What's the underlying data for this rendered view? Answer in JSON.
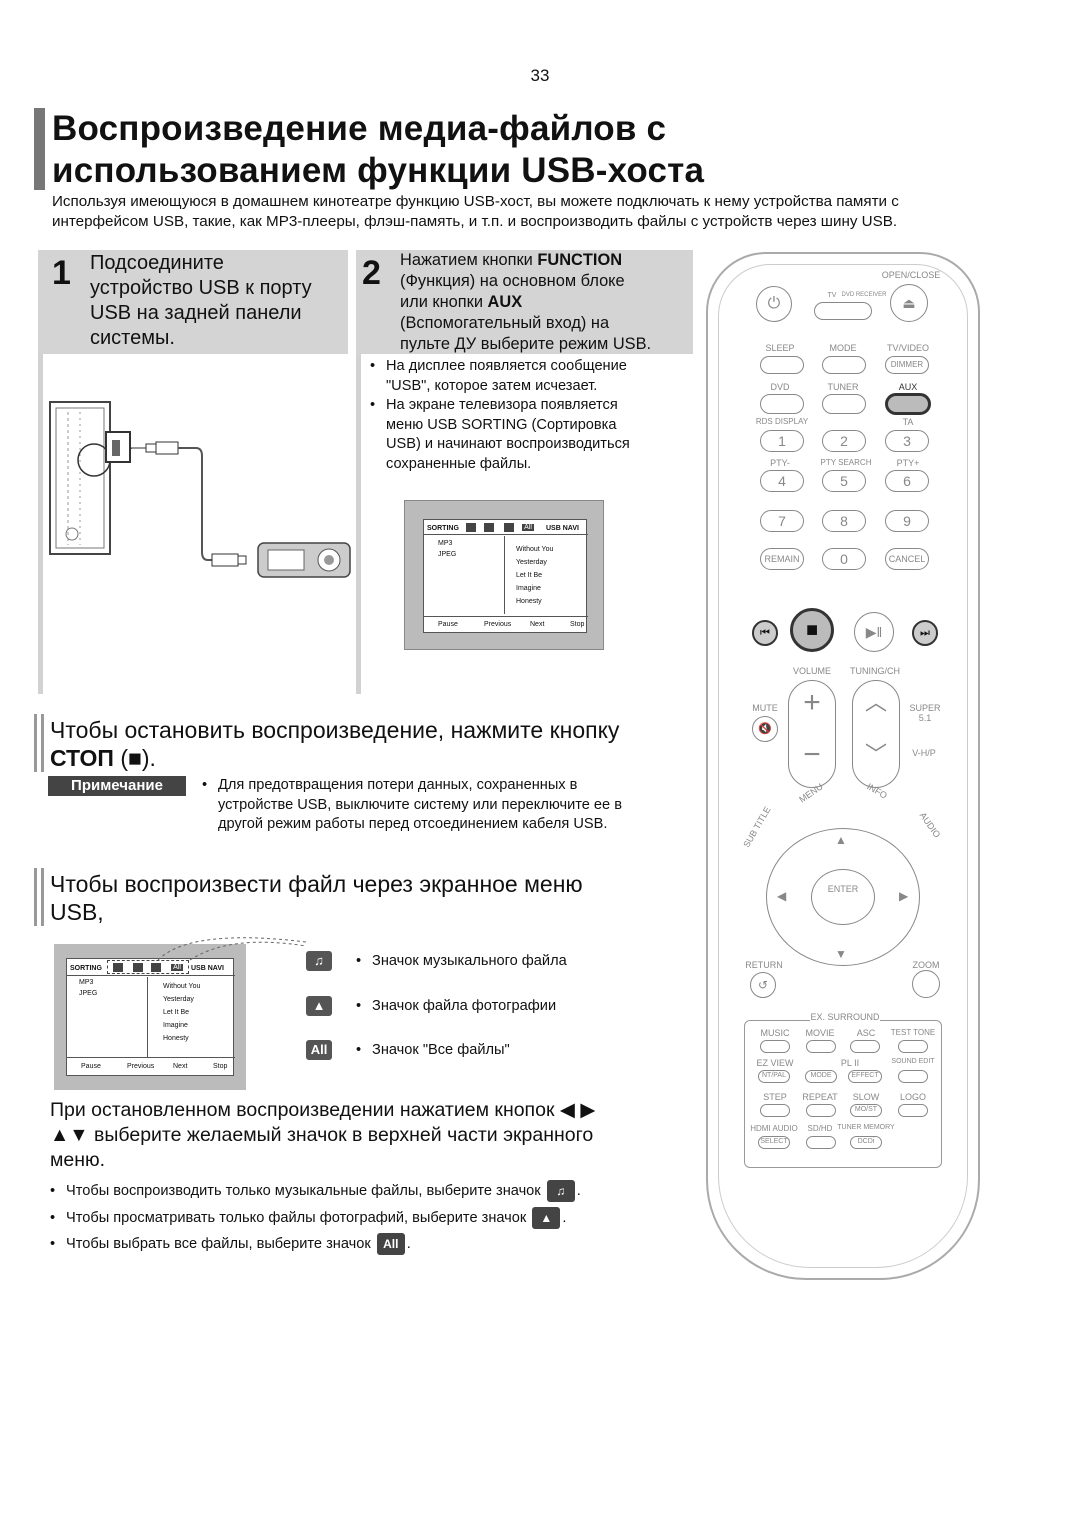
{
  "page_number": "33",
  "title_line1": "Воспроизведение медиа-файлов с",
  "title_line2": "использованием функции USB-хоста",
  "intro_line1": "Используя имеющуюся в домашнем кинотеатре функцию USB-хост, вы можете подключать к нему устройства памяти с",
  "intro_line2": "интерфейсом USB, такие, как MP3-плееры, флэш-память, и т.п. и воспроизводить файлы с устройств через шину USB.",
  "step1": {
    "number": "1",
    "lines": [
      "Подсоедините",
      "устройство USB к порту",
      "USB на задней панели",
      "системы."
    ]
  },
  "step2": {
    "number": "2",
    "line1_pre": "Нажатием кнопки ",
    "line1_bold": "FUNCTION",
    "line2": "(Функция) на основном блоке",
    "line3_pre": "или кнопки ",
    "line3_bold": "AUX",
    "line4": "(Вспомогательный вход) на",
    "line5": "пульте ДУ выберите режим USB.",
    "bullets": [
      [
        "На дисплее появляется сообщение",
        "\"USB\", которое затем исчезает."
      ],
      [
        "На экране телевизора появляется",
        "меню USB SORTING (Сортировка",
        "USB) и начинают воспроизводиться",
        "сохраненные файлы."
      ]
    ]
  },
  "osd": {
    "sorting": "SORTING",
    "usb_navi": "USB NAVI",
    "all_icon": "All",
    "folders": [
      "MP3",
      "JPEG"
    ],
    "tracks": [
      "Without You",
      "Yesterday",
      "Let It Be",
      "Imagine",
      "Honesty"
    ],
    "controls": [
      "Pause",
      "Previous",
      "Next",
      "Stop"
    ]
  },
  "stop_section": {
    "line1": "Чтобы остановить воспроизведение, нажмите кнопку",
    "line2_bold": "СТОП",
    "line2_rest": " (■)."
  },
  "note": {
    "label": "Примечание",
    "lines": [
      "Для предотвращения потери данных, сохраненных в",
      "устройстве USB, выключите систему или переключите ее в",
      "другой режим работы перед отсоединением кабеля USB."
    ]
  },
  "usb_menu_section": {
    "line1": "Чтобы воспроизвести файл через экранное меню",
    "line2": "USB,"
  },
  "legend": [
    {
      "icon": "music-file-icon",
      "text": "Значок музыкального файла"
    },
    {
      "icon": "photo-file-icon",
      "text": "Значок файла фотографии"
    },
    {
      "icon": "all-files-icon",
      "label": "All",
      "text": "Значок \"Все файлы\""
    }
  ],
  "instruction": {
    "line1": "При остановленном воспроизведении нажатием кнопок ◀ ▶",
    "line2": "▲▼ выберите желаемый значок в верхней части экранного",
    "line3": "меню."
  },
  "final_bullets": [
    {
      "text": "Чтобы воспроизводить только музыкальные файлы, выберите значок",
      "end": "."
    },
    {
      "text": "Чтобы просматривать только файлы фотографий, выберите значок",
      "end": "."
    },
    {
      "text": "Чтобы выбрать все файлы, выберите значок",
      "end": "."
    }
  ],
  "remote": {
    "open_close": "OPEN/CLOSE",
    "tv": "TV",
    "dvd_receiver": "DVD RECEIVER",
    "sleep": "SLEEP",
    "mode": "MODE",
    "tv_video": "TV/VIDEO",
    "dimmer": "DIMMER",
    "dvd": "DVD",
    "tuner": "TUNER",
    "aux": "AUX",
    "rds_display": "RDS DISPLAY",
    "ta": "TA",
    "pty_minus": "PTY-",
    "pty_search": "PTY SEARCH",
    "pty_plus": "PTY+",
    "digits": [
      "1",
      "2",
      "3",
      "4",
      "5",
      "6",
      "7",
      "8",
      "9"
    ],
    "remain": "REMAIN",
    "zero": "0",
    "cancel": "CANCEL",
    "volume": "VOLUME",
    "tuning_ch": "TUNING/CH",
    "mute": "MUTE",
    "super51": "SUPER 5.1",
    "vhp": "V-H/P",
    "menu": "MENU",
    "info": "INFO",
    "subtitle": "SUB TITLE",
    "audio": "AUDIO",
    "enter": "ENTER",
    "return": "RETURN",
    "zoom": "ZOOM",
    "ex_surround": "EX. SURROUND",
    "row1": [
      "MUSIC",
      "MOVIE",
      "ASC",
      "TEST TONE"
    ],
    "row2": [
      "EZ VIEW",
      "PL II",
      "SOUND EDIT"
    ],
    "row2b": [
      "NT/PAL",
      "MODE",
      "EFFECT"
    ],
    "row3": [
      "STEP",
      "REPEAT",
      "SLOW",
      "LOGO"
    ],
    "row3b": [
      "MO/ST"
    ],
    "row4": [
      "HDMI AUDIO",
      "SD/HD",
      "TUNER MEMORY"
    ],
    "row4b": [
      "SELECT",
      "DCDi"
    ]
  }
}
